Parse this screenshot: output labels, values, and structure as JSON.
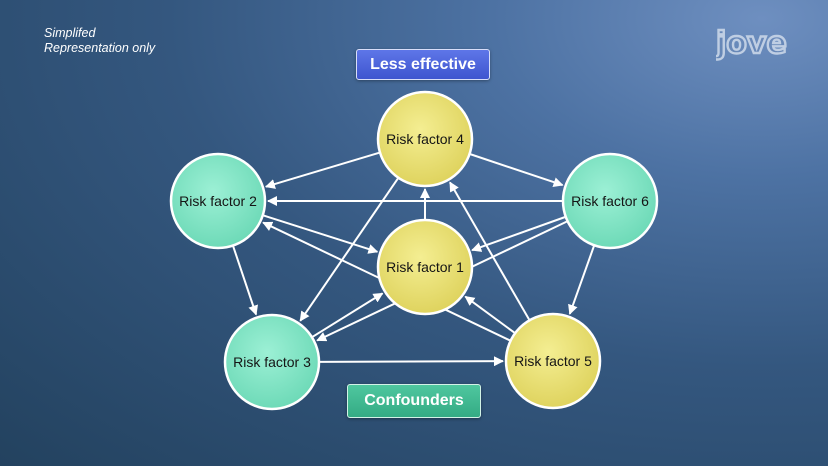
{
  "caption": {
    "line1": "Simplifed",
    "line2": "Representation only"
  },
  "logo": {
    "text": "jove"
  },
  "labels": {
    "top": "Less effective",
    "bottom": "Confounders"
  },
  "colors": {
    "less_effective_nodes": "#e8df6f",
    "confounder_nodes": "#7fe3c4",
    "edges": "#ffffff",
    "less_effective_box": "#4d66e0",
    "confounders_box": "#40b890"
  },
  "nodes": [
    {
      "id": "rf1",
      "label": "Risk factor 1",
      "group": "less_effective"
    },
    {
      "id": "rf2",
      "label": "Risk factor 2",
      "group": "confounder"
    },
    {
      "id": "rf3",
      "label": "Risk factor 3",
      "group": "confounder"
    },
    {
      "id": "rf4",
      "label": "Risk factor 4",
      "group": "less_effective"
    },
    {
      "id": "rf5",
      "label": "Risk factor 5",
      "group": "less_effective"
    },
    {
      "id": "rf6",
      "label": "Risk factor 6",
      "group": "confounder"
    }
  ],
  "edges": [
    {
      "from": "rf4",
      "to": "rf2"
    },
    {
      "from": "rf4",
      "to": "rf6"
    },
    {
      "from": "rf6",
      "to": "rf2"
    },
    {
      "from": "rf2",
      "to": "rf3"
    },
    {
      "from": "rf6",
      "to": "rf5"
    },
    {
      "from": "rf2",
      "to": "rf1"
    },
    {
      "from": "rf6",
      "to": "rf1"
    },
    {
      "from": "rf1",
      "to": "rf4"
    },
    {
      "from": "rf3",
      "to": "rf1"
    },
    {
      "from": "rf5",
      "to": "rf1"
    },
    {
      "from": "rf4",
      "to": "rf3"
    },
    {
      "from": "rf6",
      "to": "rf3"
    },
    {
      "from": "rf5",
      "to": "rf4"
    },
    {
      "from": "rf5",
      "to": "rf2"
    },
    {
      "from": "rf3",
      "to": "rf5"
    }
  ]
}
